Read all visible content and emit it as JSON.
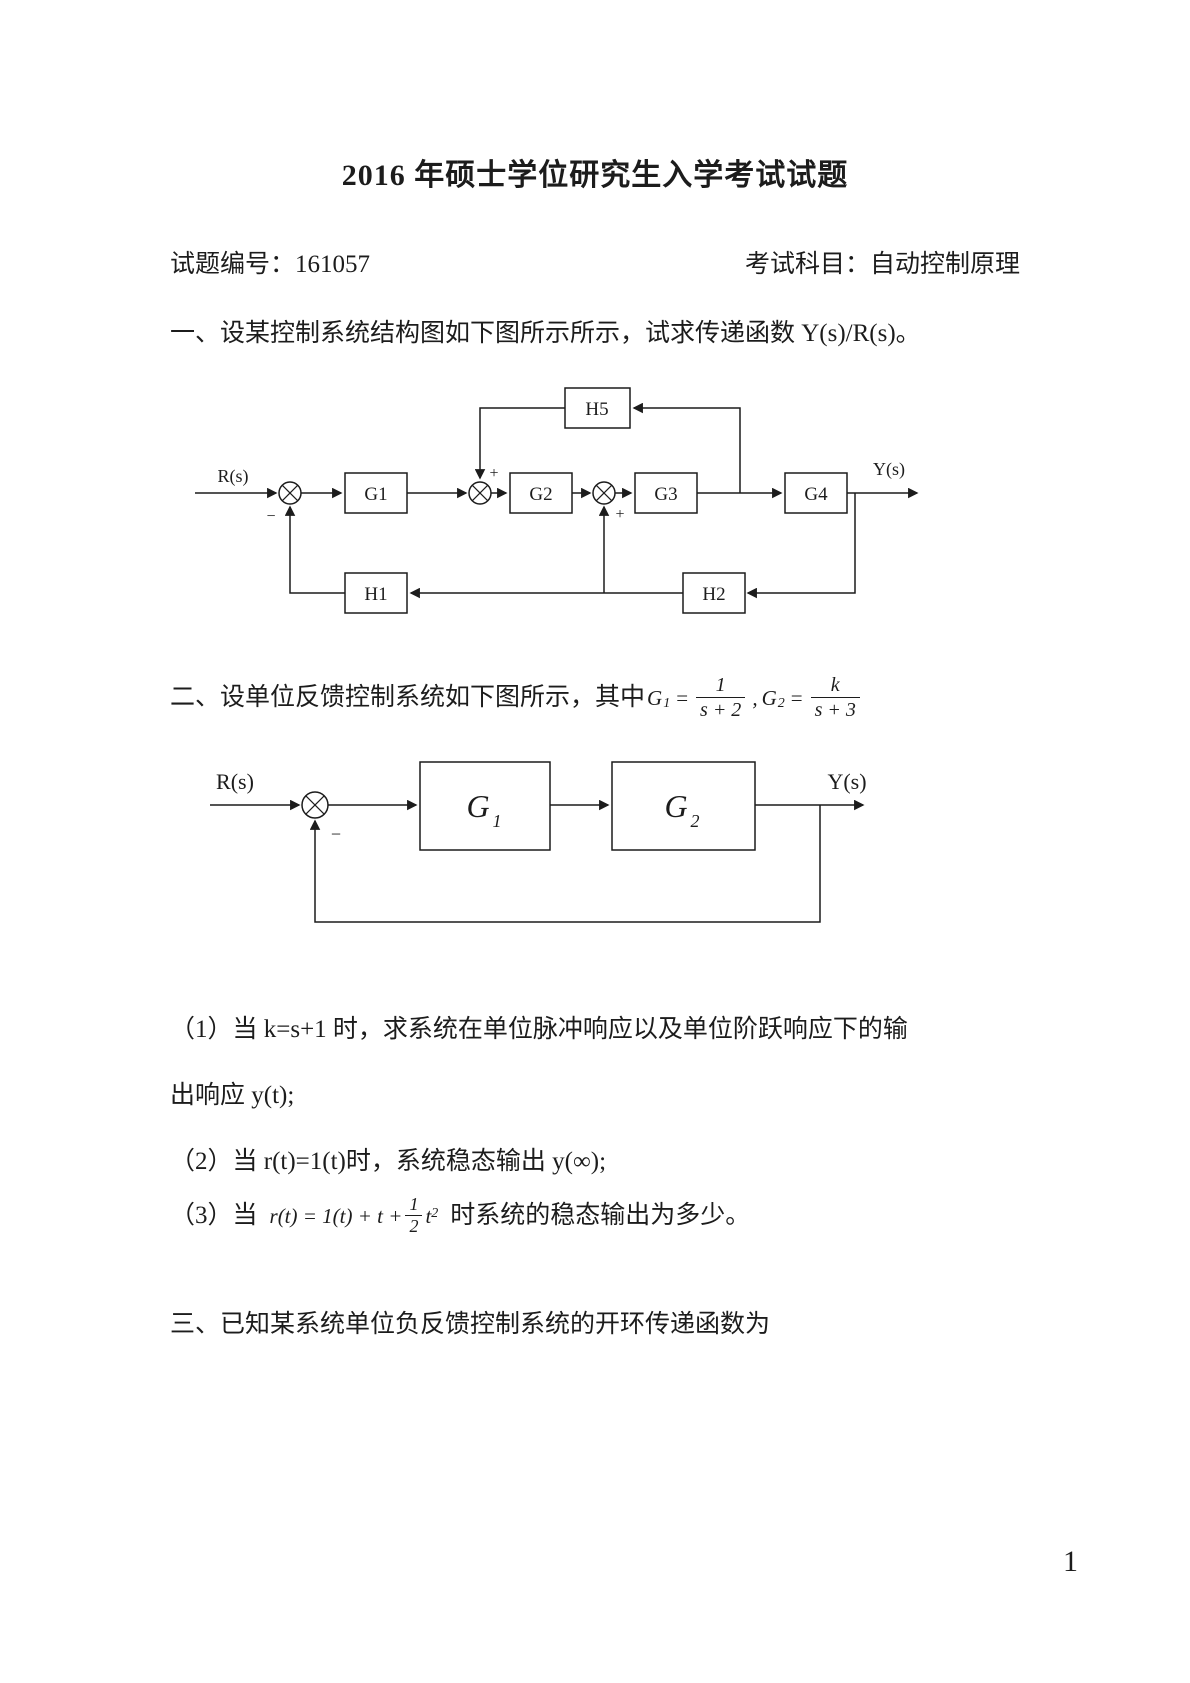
{
  "page": {
    "title": "2016 年硕士学位研究生入学考试试题",
    "exam_no": "试题编号：161057",
    "subject": "考试科目：自动控制原理",
    "page_number": "1"
  },
  "q1": {
    "text": "一、设某控制系统结构图如下图所示所示，试求传递函数 Y(s)/R(s)。",
    "diagram": {
      "input": "R(s)",
      "output": "Y(s)",
      "g1": "G1",
      "g2": "G2",
      "g3": "G3",
      "g4": "G4",
      "h1": "H1",
      "h2": "H2",
      "h5": "H5",
      "sum1_sign": "−",
      "sum2_sign": "+",
      "sum3_sign": "+"
    }
  },
  "q2": {
    "intro": "二、设单位反馈控制系统如下图所示，其中",
    "f1": {
      "sym": "G",
      "sub": "1",
      "eq": "=",
      "num": "1",
      "den": "s + 2"
    },
    "sep": ",",
    "f2": {
      "sym": "G",
      "sub": "2",
      "eq": "=",
      "num": "k",
      "den": "s + 3"
    },
    "diagram": {
      "input": "R(s)",
      "output": "Y(s)",
      "g1": "G",
      "g1_sub": "1",
      "g2": "G",
      "g2_sub": "2",
      "sum_sign": "−"
    },
    "item1_line1": "（1）当 k=s+1 时，求系统在单位脉冲响应以及单位阶跃响应下的输",
    "item1_line2": "出响应 y(t);",
    "item2": "（2）当 r(t)=1(t)时，系统稳态输出 y(∞);",
    "item3": {
      "prefix": "（3）当",
      "formula_pre": "r(t) = 1(t) + t +",
      "frac_num": "1",
      "frac_den": "2",
      "t_base": "t",
      "t_sup": "2",
      "suffix": "时系统的稳态输出为多少。"
    }
  },
  "q3": {
    "text": "三、已知某系统单位负反馈控制系统的开环传递函数为"
  }
}
